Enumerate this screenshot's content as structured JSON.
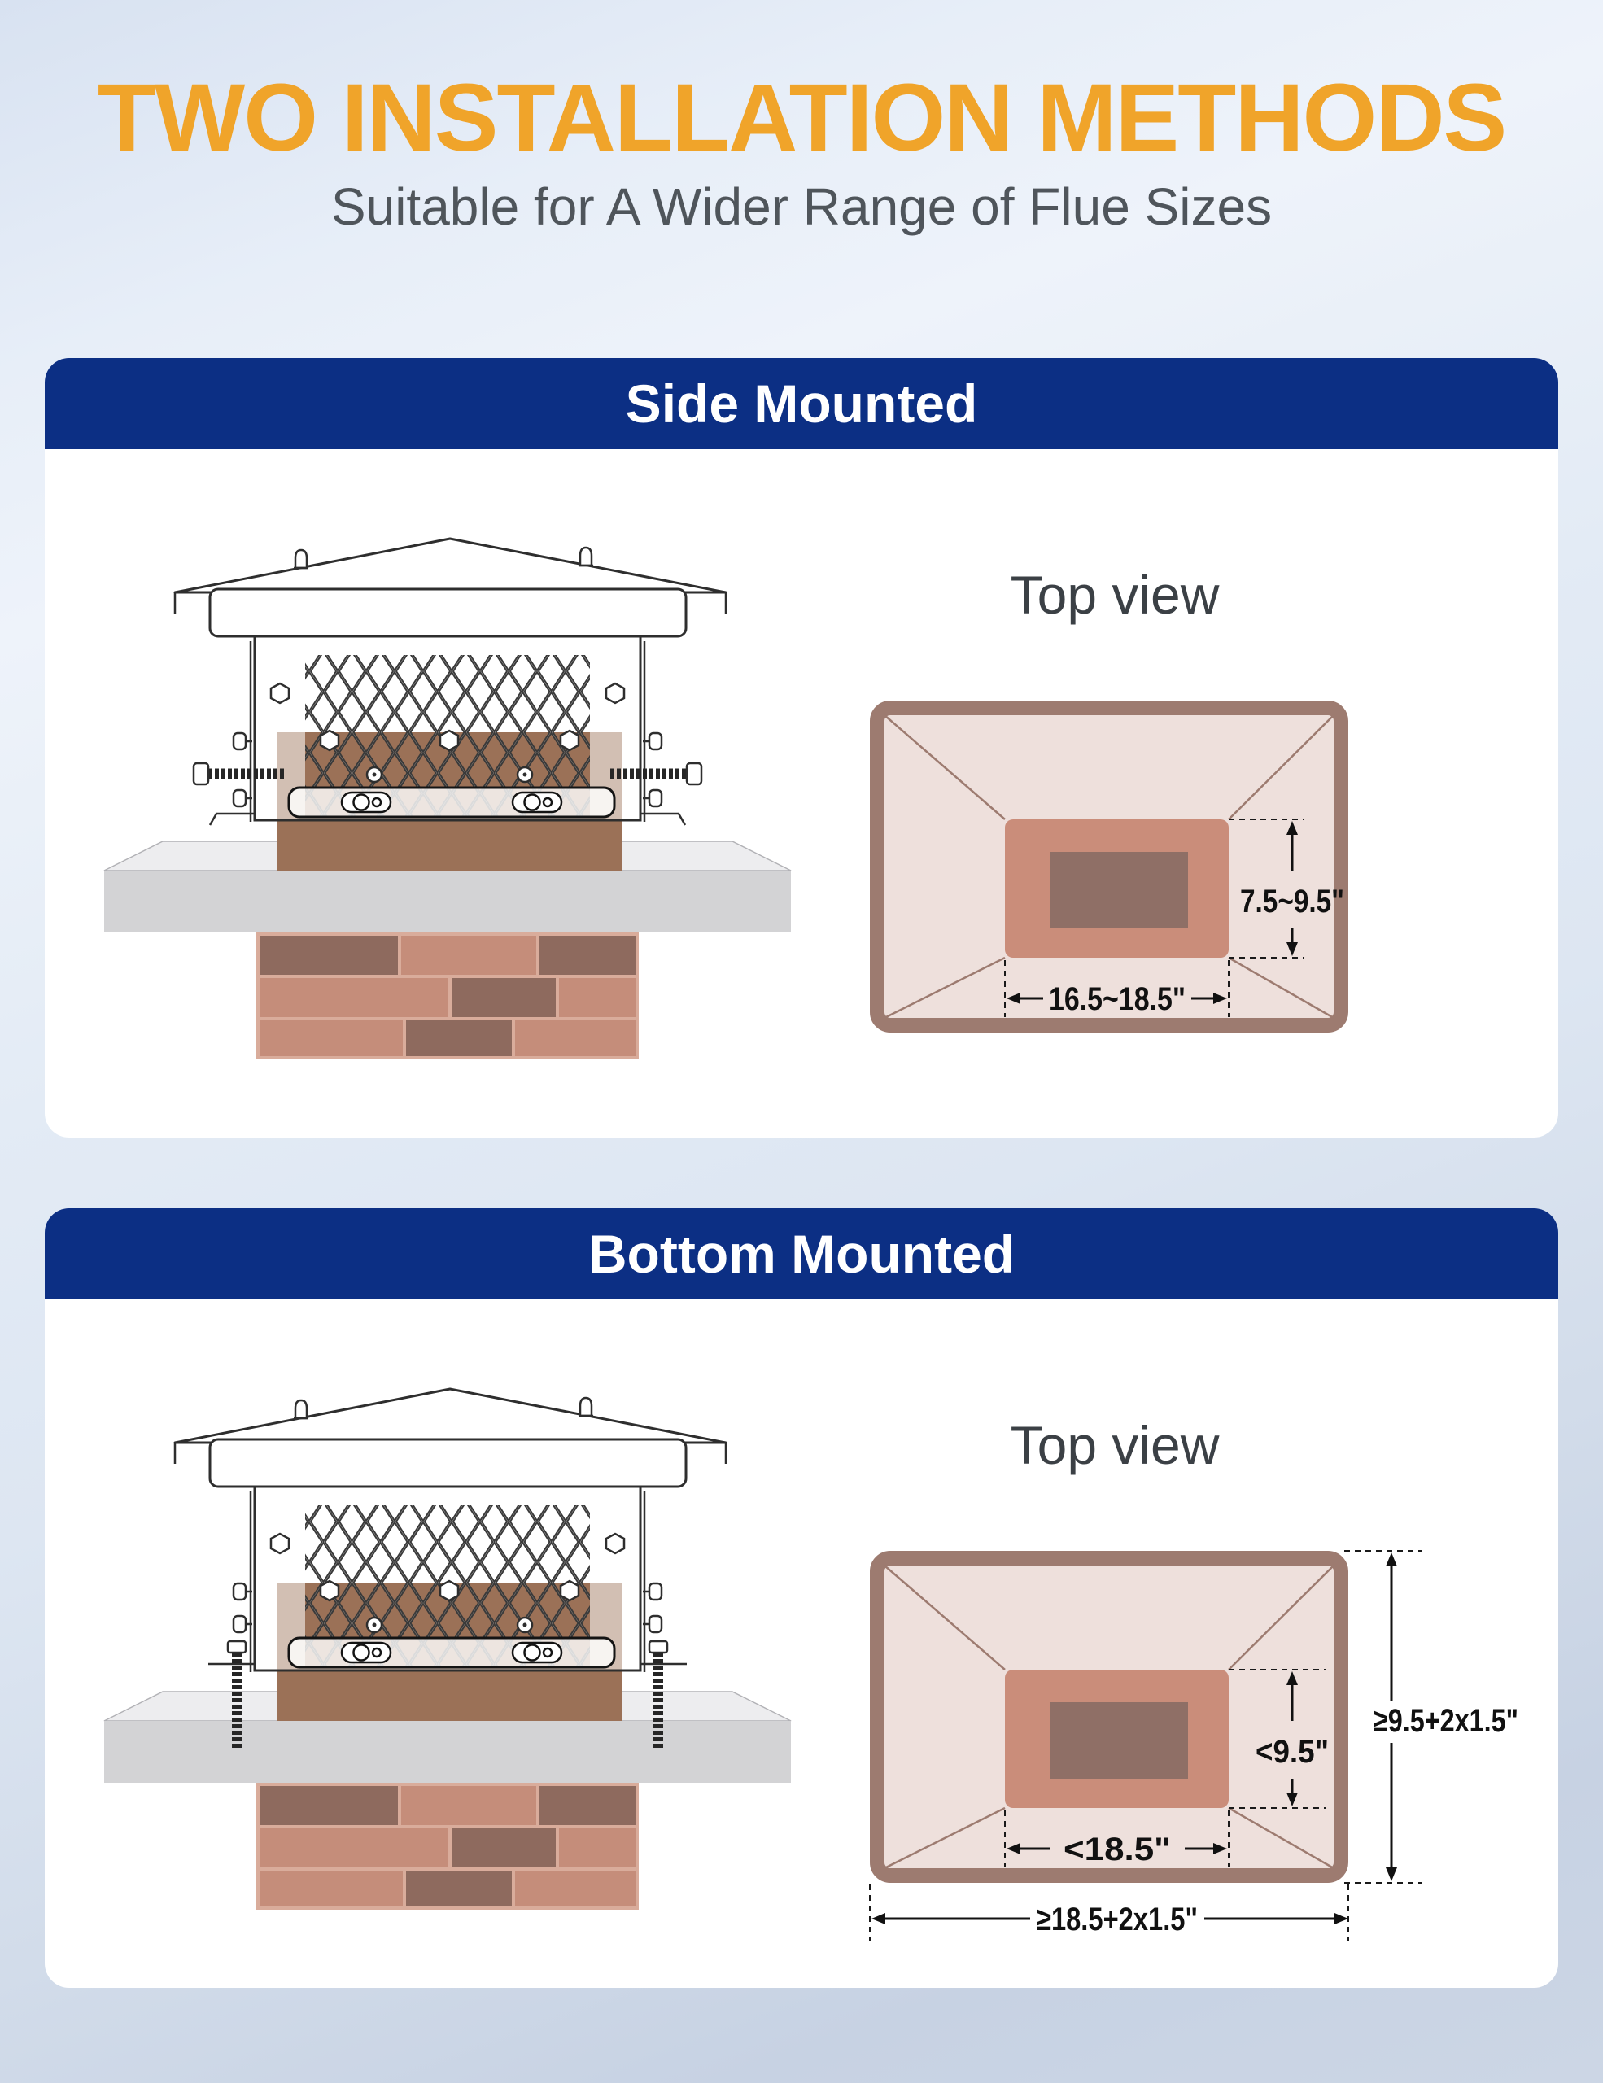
{
  "header": {
    "title": "TWO INSTALLATION METHODS",
    "subtitle": "Suitable for A Wider Range of Flue Sizes"
  },
  "panels": [
    {
      "title": "Side Mounted",
      "top_view_title": "Top view",
      "dimensions": {
        "flue_width": "7.5~9.5\"",
        "flue_length": "16.5~18.5\""
      }
    },
    {
      "title": "Bottom Mounted",
      "top_view_title": "Top view",
      "dimensions": {
        "flue_width": "<9.5\"",
        "flue_length": "<18.5\"",
        "overall_width": "≥9.5+2x1.5\"",
        "overall_length": "≥18.5+2x1.5\""
      }
    }
  ],
  "colors": {
    "accent_orange": "#F0A42A",
    "subtitle_gray": "#4F555B",
    "header_blue": "#0C2F84",
    "flue_tile_brown": "#9B7157",
    "brick_light": "#C58D7A",
    "brick_dark": "#8E6A5E",
    "mortar": "#D9AC9B",
    "crown_gray": "#D3D3D5",
    "topview_bg": "#EEE0DC",
    "topview_border": "#9D7B70",
    "topview_flue": "#CA8D7A",
    "topview_hole": "#8F6F66"
  }
}
